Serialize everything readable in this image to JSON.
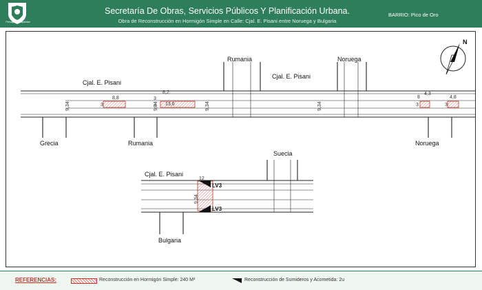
{
  "header": {
    "logo_caption": "Pehuajó Municipalidad",
    "title": "Secretaría De Obras, Servicios Públicos Y Planificación Urbana.",
    "subtitle": "Obra de Reconstrucción en Hormigón Simple en Calle: Cjal. E. Pisani entre Noruega y Bulgaria",
    "barrio": "BARRIO: Pico de Oro"
  },
  "plan": {
    "streets": {
      "pisani_left": "Cjal. E. Pisani",
      "pisani_mid": "Cjal. E. Pisani",
      "pisani_lower": "Cjal. E. Pisani",
      "rumania_top": "Rumania",
      "noruega_top": "Noruega",
      "grecia": "Grecia",
      "rumania_bottom": "Rumania",
      "noruega_bottom": "Noruega",
      "suecia": "Suecia",
      "bulgaria": "Bulgaria"
    },
    "dimensions": {
      "d1": "8,8",
      "d2": "8,2",
      "d3": "13,6",
      "d4": "4,3",
      "d5": "4,8",
      "d6": "12",
      "w1": "9,34",
      "w2": "9,34",
      "w3": "9,34",
      "w4": "9,34",
      "w5": "9,34",
      "s1": "3",
      "s2": "3",
      "s3": "3",
      "s4": "3",
      "s5": "3",
      "s6": "8"
    },
    "sumideros": [
      "LV3",
      "LV3"
    ]
  },
  "footer": {
    "references_label": "REFERENCIAS:",
    "hatch_label": "Reconstrucción en Hormigón Simple: 240 M²",
    "sumidero_label": "Reconstrucción de Sumideros y Acometida: 2u"
  },
  "colors": {
    "header_bg": "#2e7d5b",
    "hatch": "#c0392b",
    "line": "#222222"
  },
  "icons": [
    "shield-logo-icon",
    "north-arrow-icon",
    "sumidero-icon"
  ]
}
